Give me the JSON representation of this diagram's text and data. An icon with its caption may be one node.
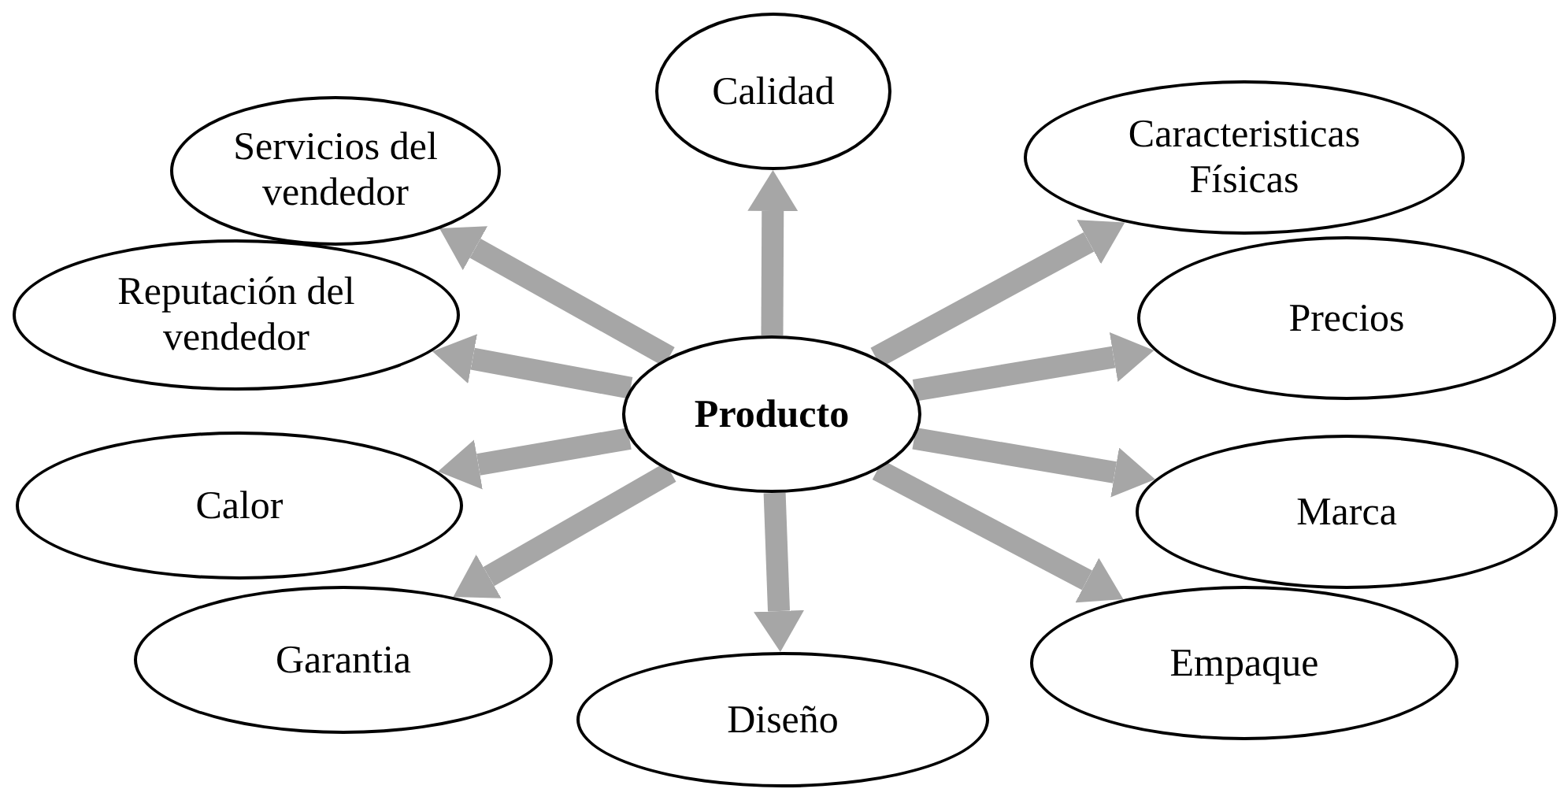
{
  "diagram": {
    "nodes": [
      {
        "text": [
          "Producto"
        ]
      },
      {
        "text": [
          "Calidad"
        ]
      },
      {
        "text": [
          "Servicios del vendedor"
        ]
      },
      {
        "text": [
          "Caracteristicas Físicas"
        ]
      },
      {
        "text": [
          "Reputación del vendedor"
        ]
      },
      {
        "text": [
          "Precios"
        ]
      },
      {
        "text": [
          "Calor"
        ]
      },
      {
        "text": [
          "Marca"
        ]
      },
      {
        "text": [
          "Garantia"
        ]
      },
      {
        "text": [
          "Empaque"
        ]
      },
      {
        "text": [
          "Diseño"
        ]
      }
    ],
    "edges": [
      {
        "from": 0,
        "to": 1,
        "arrow": "to"
      },
      {
        "from": 0,
        "to": 2,
        "arrow": "to"
      },
      {
        "from": 0,
        "to": 3,
        "arrow": "to"
      },
      {
        "from": 0,
        "to": 4,
        "arrow": "to"
      },
      {
        "from": 0,
        "to": 5,
        "arrow": "to"
      },
      {
        "from": 0,
        "to": 6,
        "arrow": "to"
      },
      {
        "from": 0,
        "to": 7,
        "arrow": "to"
      },
      {
        "from": 0,
        "to": 8,
        "arrow": "to"
      },
      {
        "from": 0,
        "to": 9,
        "arrow": "to"
      },
      {
        "from": 0,
        "to": 10,
        "arrow": "to"
      }
    ]
  }
}
